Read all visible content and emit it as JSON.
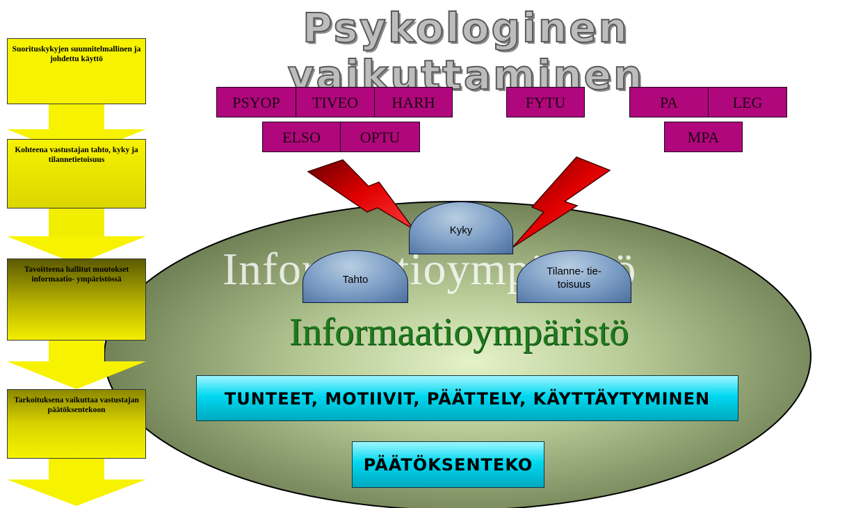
{
  "title": "Psykologinen vaikuttaminen",
  "magenta_boxes": {
    "psyop": "PSYOP",
    "tiveo": "TIVEO",
    "harh": "HARH",
    "elso": "ELSO",
    "optu": "OPTU",
    "fytu": "FYTU",
    "pa": "PA",
    "leg": "LEG",
    "mpa": "MPA"
  },
  "steps": [
    {
      "text": "Suorituskykyjen suunnitelmallinen ja johdettu käyttö"
    },
    {
      "text": "Kohteena vastustajan tahto, kyky ja tilannetietoisuus"
    },
    {
      "text": "Tavoitteena hallitut muutokset informaatio- ympäristössä"
    },
    {
      "text": "Tarkoituksena vaikuttaa vastustajan päätöksentekoon"
    }
  ],
  "ellipse": {
    "ghost_label": "Informaatioympäristö",
    "main_label": "Informaatioympäristö"
  },
  "domes": {
    "kyky": "Kyky",
    "tahto": "Tahto",
    "tilanne_line1": "Tilanne- tie-",
    "tilanne_line2": "toisuus"
  },
  "behavior_box": "TUNTEET, MOTIIVIT, PÄÄTTELY, KÄYTTÄYTYMINEN",
  "decision_box": "PÄÄTÖKSENTEKO",
  "colors": {
    "magenta": "#b0077c",
    "yellow": "#f6f200",
    "cyan": "#00d8f0",
    "green_text": "#1d7a1d",
    "lightning": "#d40000"
  },
  "icons": [
    "lightning-bolt-icon",
    "down-arrow-icon",
    "dome-shape-icon"
  ]
}
